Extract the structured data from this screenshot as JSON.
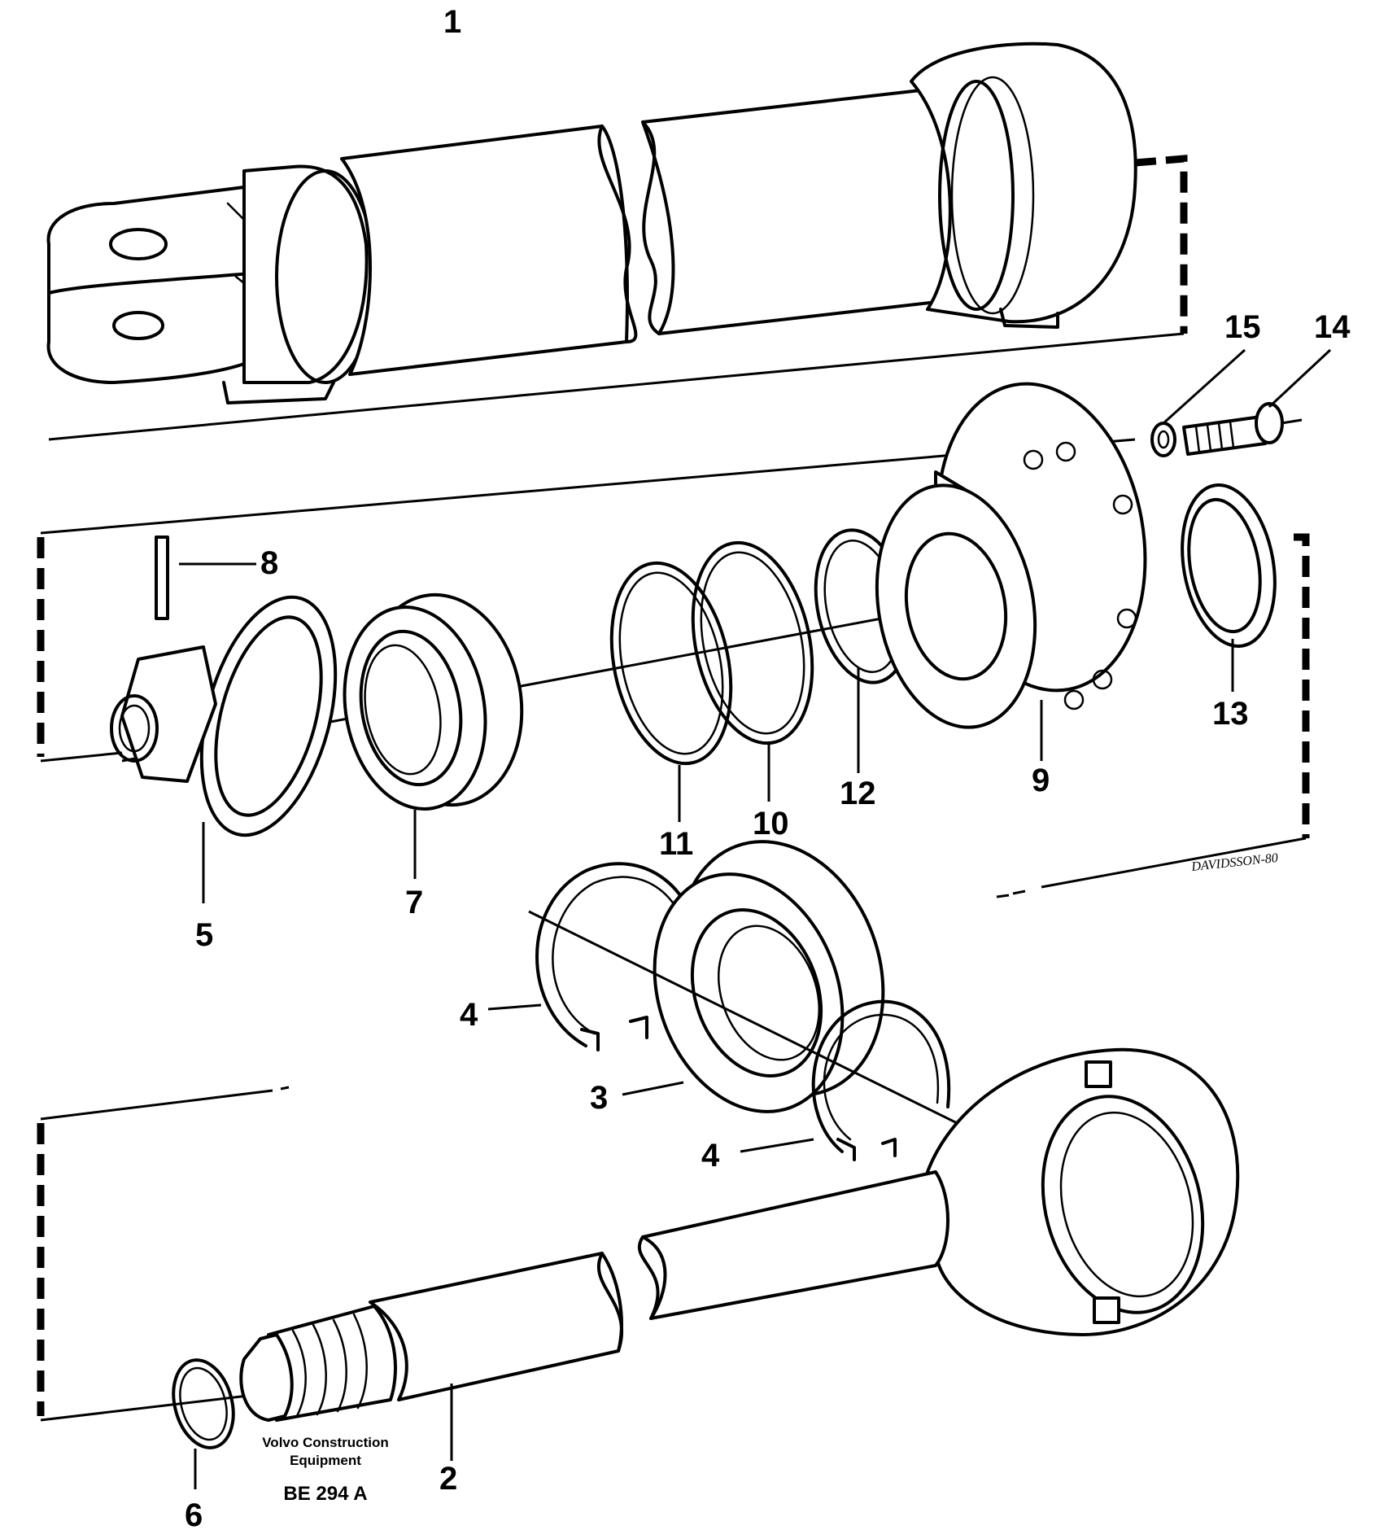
{
  "callouts": [
    {
      "id": "1",
      "label": "1"
    },
    {
      "id": "2",
      "label": "2"
    },
    {
      "id": "3",
      "label": "3"
    },
    {
      "id": "4a",
      "label": "4"
    },
    {
      "id": "4b",
      "label": "4"
    },
    {
      "id": "5",
      "label": "5"
    },
    {
      "id": "6",
      "label": "6"
    },
    {
      "id": "7",
      "label": "7"
    },
    {
      "id": "8",
      "label": "8"
    },
    {
      "id": "9",
      "label": "9"
    },
    {
      "id": "10",
      "label": "10"
    },
    {
      "id": "11",
      "label": "11"
    },
    {
      "id": "12",
      "label": "12"
    },
    {
      "id": "13",
      "label": "13"
    },
    {
      "id": "14",
      "label": "14"
    },
    {
      "id": "15",
      "label": "15"
    }
  ],
  "footer": {
    "brand_line1": "Volvo Construction",
    "brand_line2": "Equipment",
    "drawing_code": "BE 294 A"
  },
  "signature": "DAVIDSSON-80"
}
